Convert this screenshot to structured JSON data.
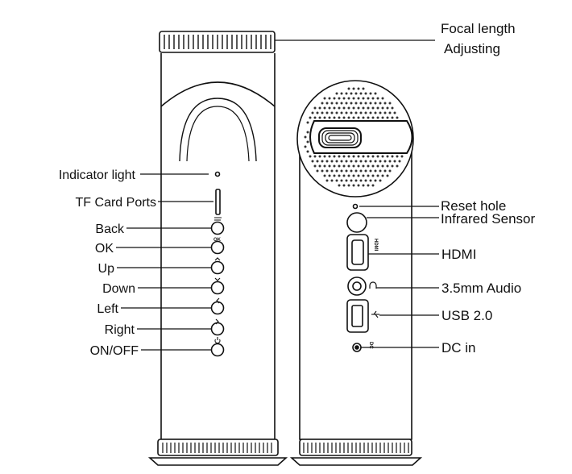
{
  "callouts": {
    "focal_line1": "Focal length",
    "focal_line2": "Adjusting",
    "indicator_light": "Indicator light",
    "tf_card_ports": "TF Card Ports",
    "back": "Back",
    "ok": "OK",
    "up": "Up",
    "down": "Down",
    "left": "Left",
    "right": "Right",
    "on_off": "ON/OFF",
    "reset_hole": "Reset hole",
    "infrared_sensor": "Infrared Sensor",
    "hdmi": "HDMI",
    "audio": "3.5mm Audio",
    "usb": "USB 2.0",
    "dc_in": "DC in"
  },
  "device_marks": {
    "ok_mark": "OK",
    "hdmi_mark": "HDMI",
    "dc_mark": "DC"
  },
  "colors": {
    "line": "#111111",
    "background": "#ffffff"
  }
}
